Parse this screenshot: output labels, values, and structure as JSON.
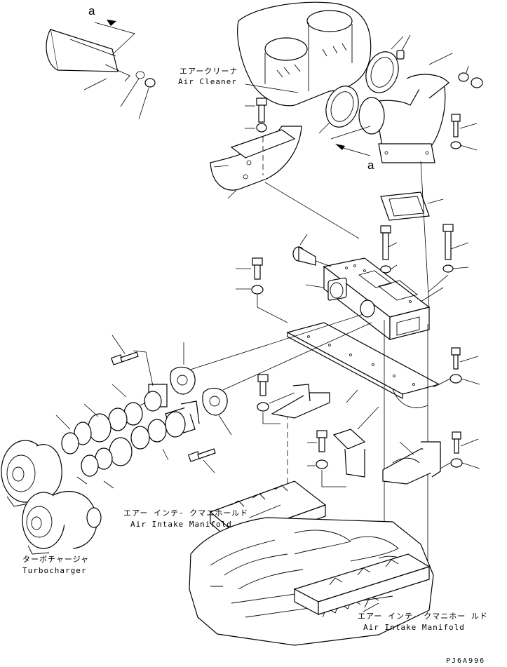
{
  "labels": {
    "air_cleaner_jp": "エアークリーナ",
    "air_cleaner_en": "Air Cleaner",
    "intake_upper_jp": "エアー インテ- クマニホールド",
    "intake_upper_en": "Air Intake Manifold",
    "turbo_jp": "ターボチャージャ",
    "turbo_en": "Turbocharger",
    "intake_lower_jp": "エアー インテ- クマニホー ルド",
    "intake_lower_en": "Air Intake Manifold"
  },
  "view_marker": "a",
  "drawing_code": "PJ6A996"
}
